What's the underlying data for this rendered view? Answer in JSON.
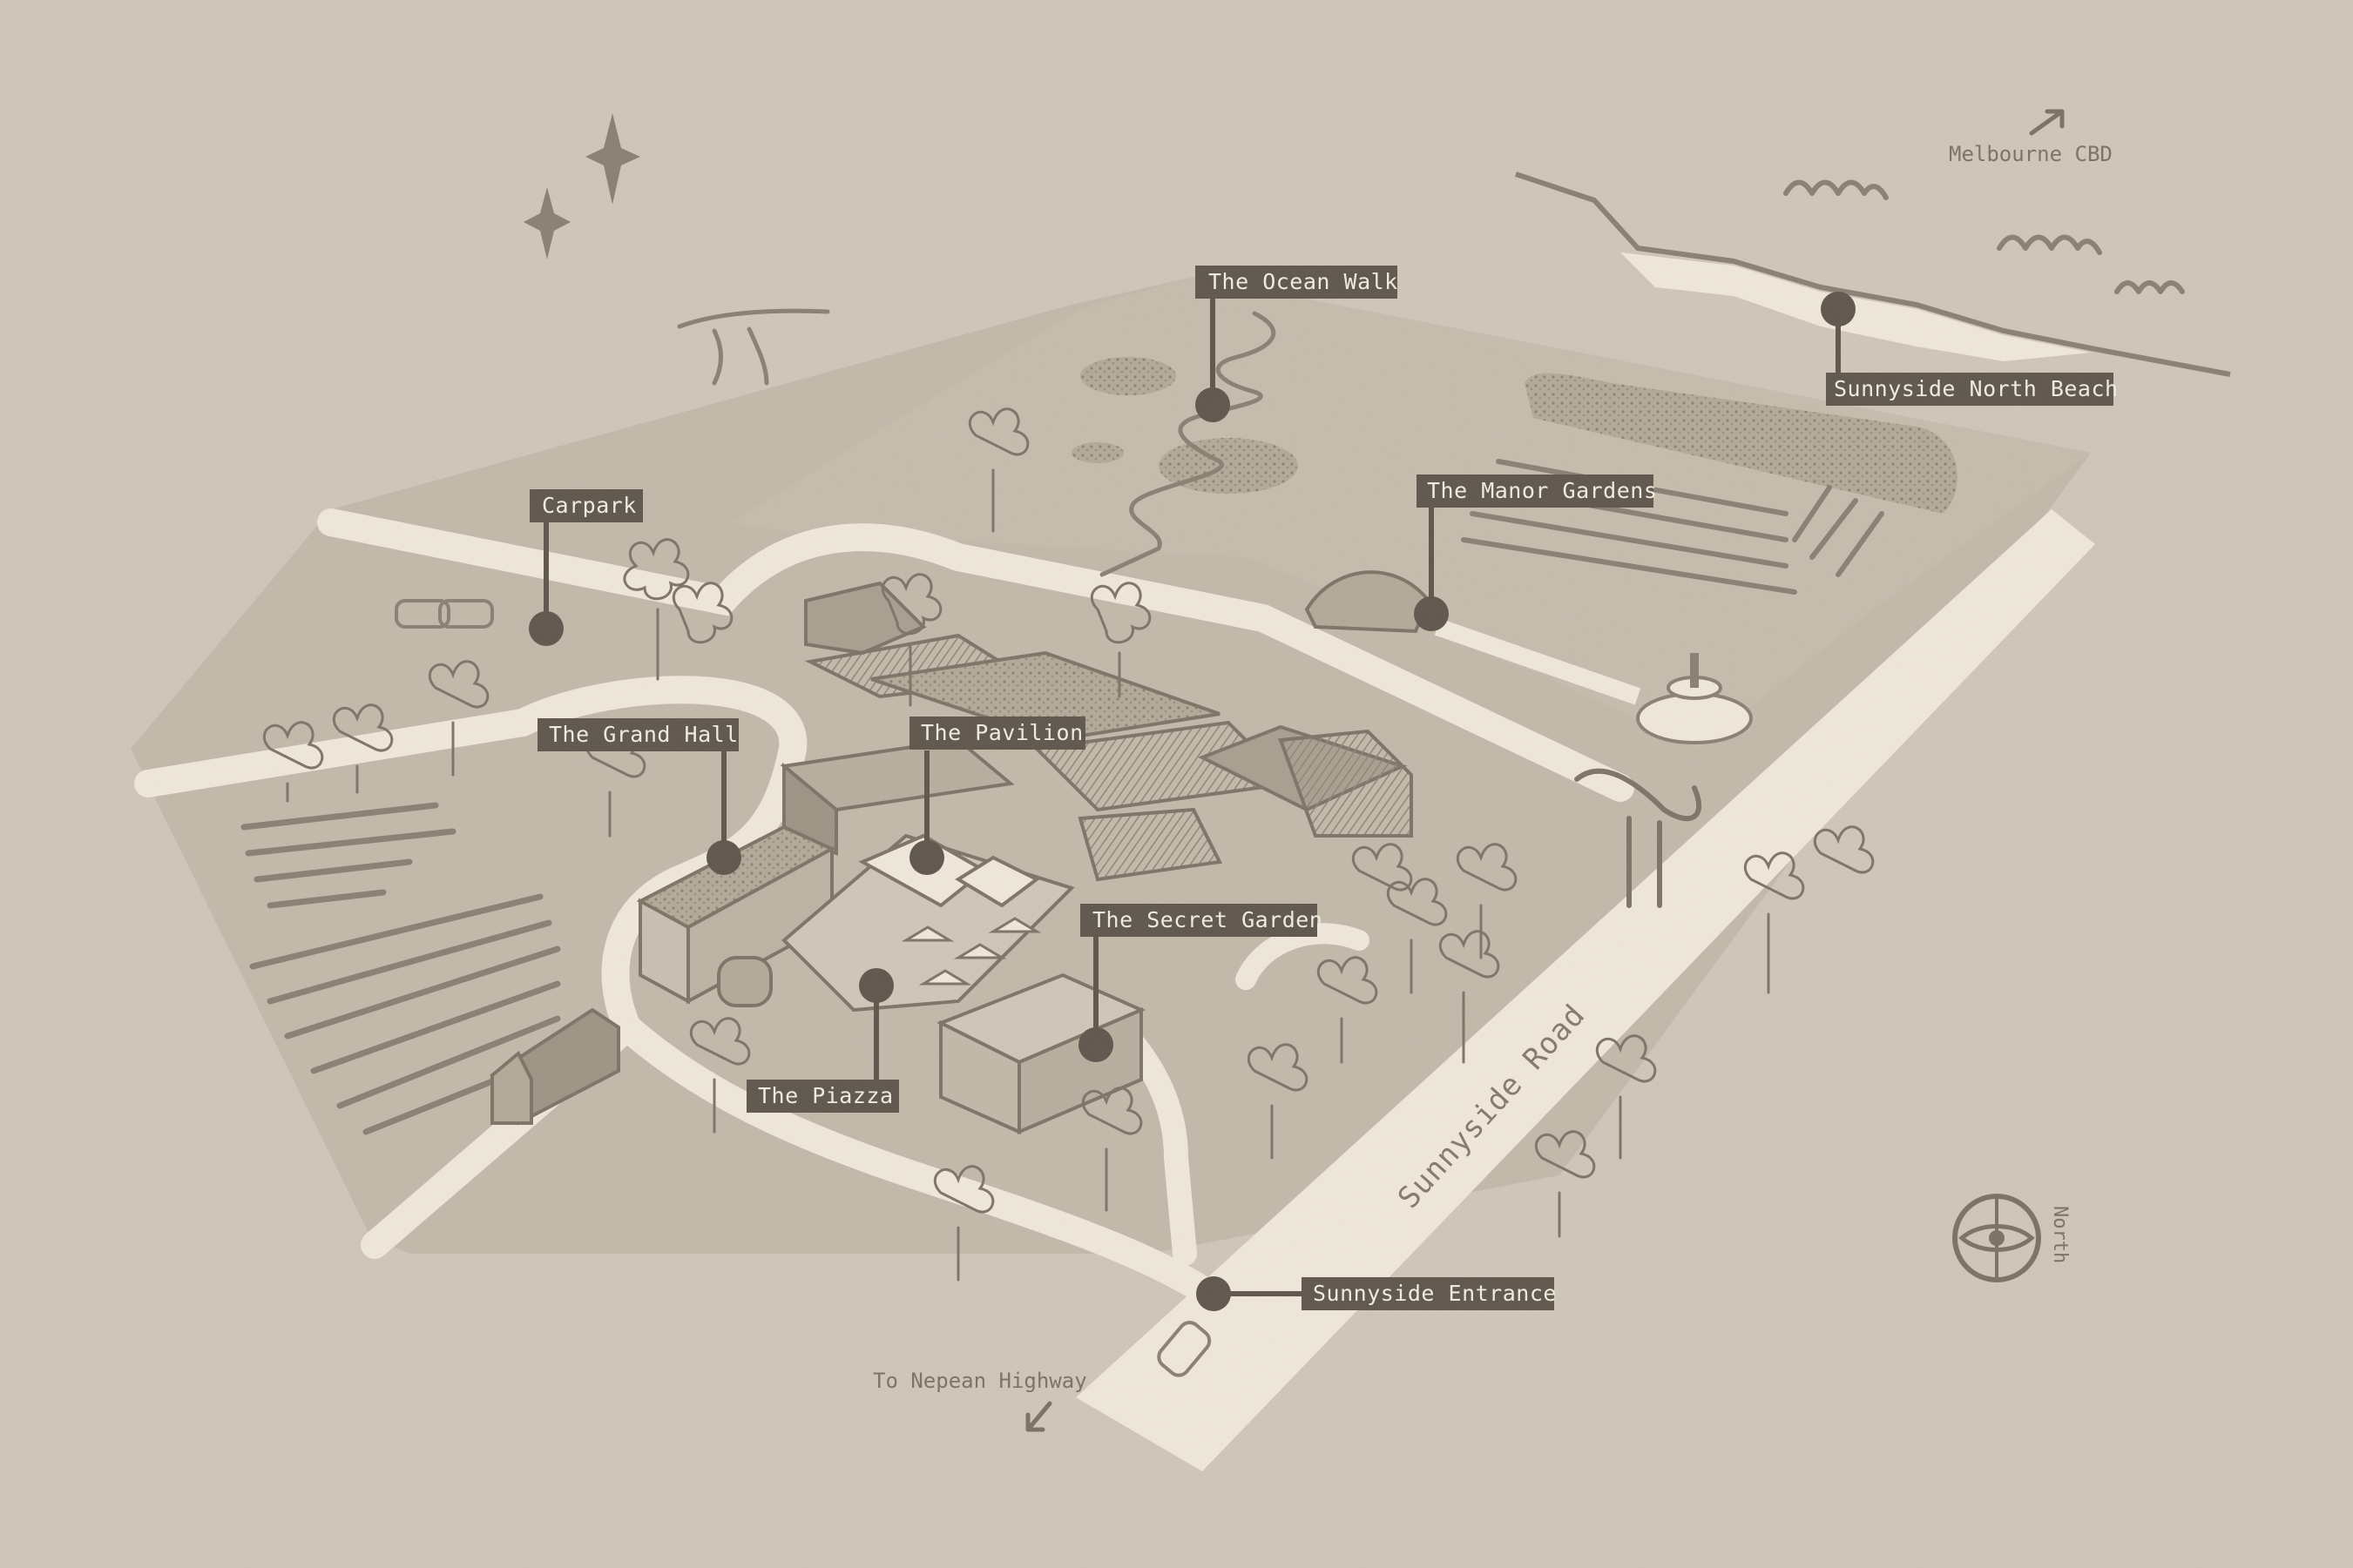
{
  "colors": {
    "background": "#cfc6b8",
    "land": "#c3b9aa",
    "road": "#efe7da",
    "marker": "#5f564c",
    "marker_text": "#f1ece2",
    "sketch": "#8a8072"
  },
  "markers": {
    "ocean_walk": "The Ocean Walk",
    "north_beach": "Sunnyside North Beach",
    "carpark": "Carpark",
    "manor_gardens": "The Manor Gardens",
    "grand_hall": "The Grand Hall",
    "pavilion": "The Pavilion",
    "secret_garden": "The Secret Garden",
    "piazza": "The Piazza",
    "entrance": "Sunnyside Entrance"
  },
  "labels": {
    "melbourne": "Melbourne CBD",
    "nepean": "To Nepean Highway",
    "road": "Sunnyside Road",
    "compass": "North"
  },
  "icons": {
    "compass": "compass-icon",
    "arrow_ne": "arrow-up-right-icon",
    "arrow_sw": "arrow-down-left-icon"
  }
}
